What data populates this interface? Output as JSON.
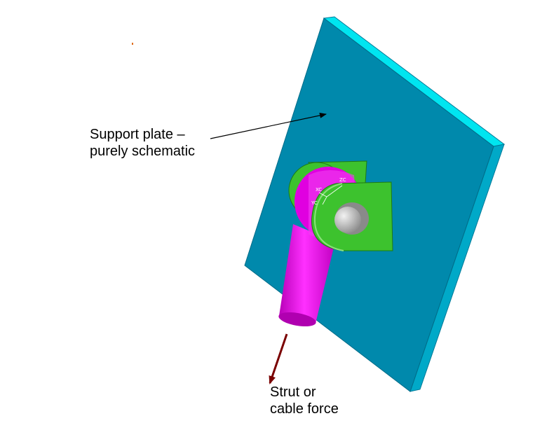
{
  "labels": {
    "support_plate_line1": "Support plate –",
    "support_plate_line2": "purely schematic",
    "strut_line1": "Strut or",
    "strut_line2": "cable force"
  },
  "csys": {
    "zc": "ZC",
    "xc": "XC",
    "yc": "YC"
  },
  "colors": {
    "plate_face": "#0089AC",
    "plate_top_edge": "#00E5F0",
    "plate_side_edge": "#00A9C8",
    "lug": "#3DC22E",
    "rod": "#E000E0",
    "pin": "#C8C8C8",
    "force_arrow": "#7A0000"
  }
}
